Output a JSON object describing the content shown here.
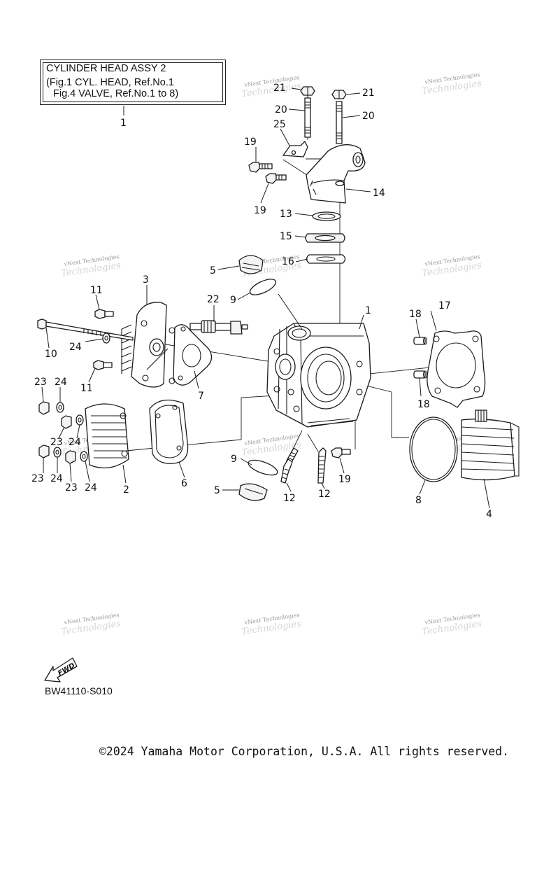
{
  "assembly_box": {
    "line1": "CYLINDER HEAD ASSY 2",
    "line2": "(Fig.1 CYL. HEAD, Ref.No.1",
    "line3": "Fig.4 VALVE, Ref.No.1 to 8)"
  },
  "watermark": {
    "brand": "vNext Technologies",
    "faded": "Technologies"
  },
  "fwd_label": "FWD",
  "diagram_code": "BW41110-S010",
  "copyright": "©2024 Yamaha Motor Corporation, U.S.A. All rights reserved.",
  "callouts": {
    "c1_top": "1",
    "c1_head": "1",
    "c2": "2",
    "c3": "3",
    "c4": "4",
    "c5_top": "5",
    "c5_bottom": "5",
    "c6": "6",
    "c7": "7",
    "c8": "8",
    "c9_top": "9",
    "c9_bottom": "9",
    "c10": "10",
    "c11_top": "11",
    "c11_bottom": "11",
    "c12_left": "12",
    "c12_right": "12",
    "c13": "13",
    "c14": "14",
    "c15": "15",
    "c16": "16",
    "c17": "17",
    "c18_top": "18",
    "c18_bottom": "18",
    "c19_upper": "19",
    "c19_lower": "19",
    "c19_bottom": "19",
    "c20_left": "20",
    "c20_right": "20",
    "c21_left": "21",
    "c21_right": "21",
    "c22": "22",
    "c23_a": "23",
    "c23_b": "23",
    "c23_c": "23",
    "c23_d": "23",
    "c24_a": "24",
    "c24_b": "24",
    "c24_c": "24",
    "c24_d": "24",
    "c24_e": "24",
    "c25": "25"
  }
}
